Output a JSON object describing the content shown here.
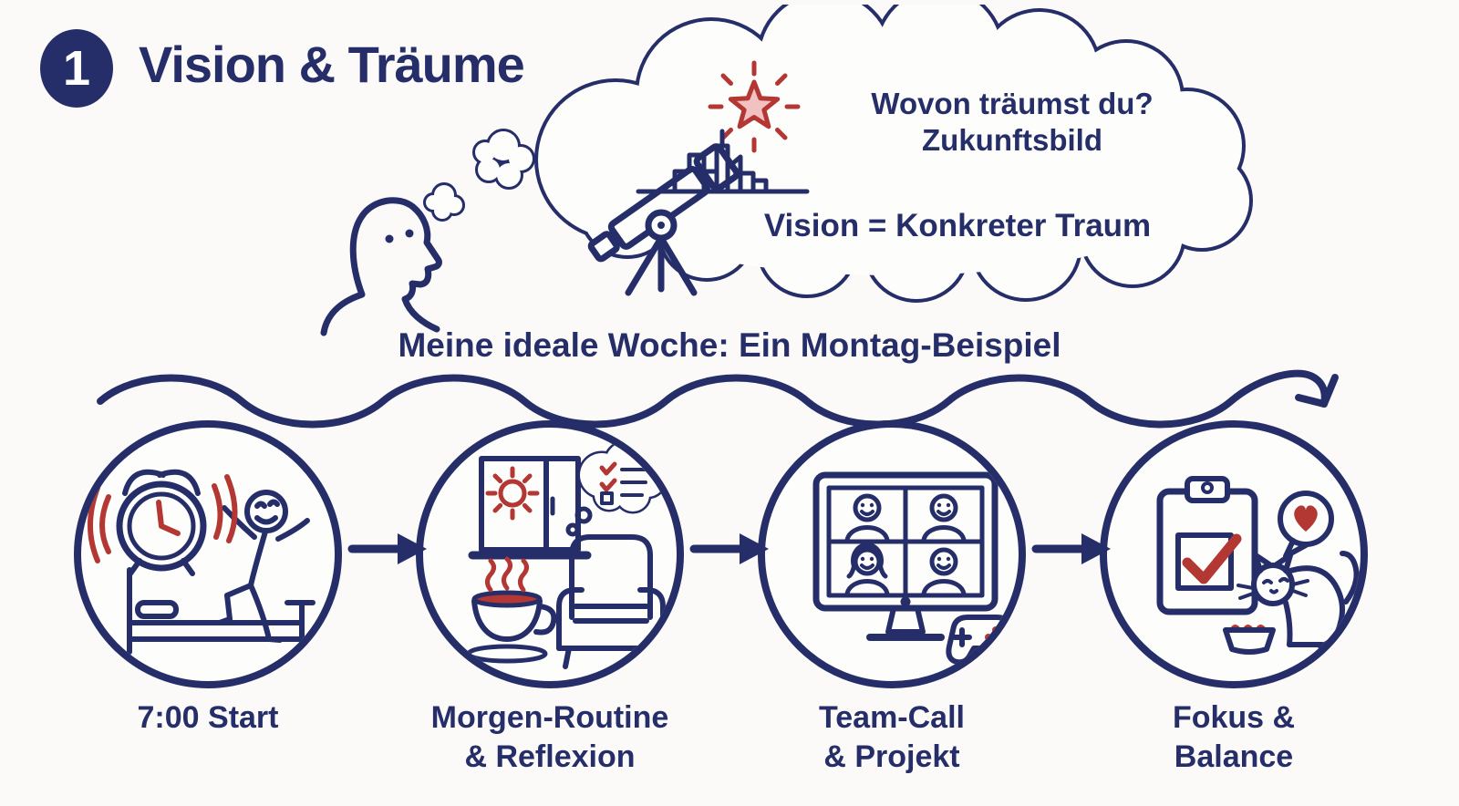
{
  "colors": {
    "ink_navy": "#252e68",
    "accent_red": "#b33733",
    "star_fill": "#f2c2c2",
    "background": "#fbfaf8"
  },
  "header": {
    "step_number": "1",
    "title": "Vision & Träume"
  },
  "thought_cloud": {
    "question_line1": "Wovon träumst du?",
    "question_line2": "Zukunftsbild",
    "statement": "Vision = Konkreter Traum",
    "icons": [
      "telescope-icon",
      "star-icon",
      "city-skyline-icon"
    ]
  },
  "timeline": {
    "heading": "Meine ideale Woche: Ein Montag-Beispiel",
    "steps": [
      {
        "icon": "alarm-clock-wake-up",
        "label_line1": "7:00 Start",
        "label_line2": ""
      },
      {
        "icon": "morning-routine-reflection",
        "label_line1": "Morgen-Routine",
        "label_line2": "& Reflexion"
      },
      {
        "icon": "team-video-call",
        "label_line1": "Team-Call",
        "label_line2": "& Projekt"
      },
      {
        "icon": "focus-balance-cat",
        "label_line1": "Fokus &",
        "label_line2": "Balance"
      }
    ]
  }
}
